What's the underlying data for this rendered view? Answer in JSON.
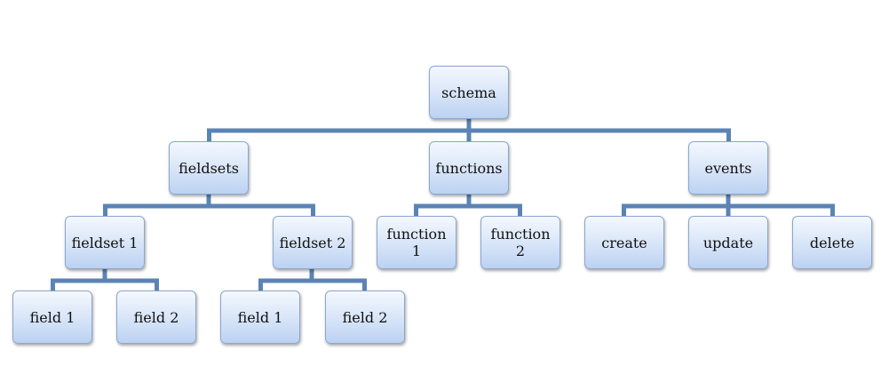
{
  "tree": {
    "root": "schema",
    "branches": {
      "fieldsets": "fieldsets",
      "functions": "functions",
      "events": "events"
    },
    "fieldsets": {
      "fieldset1": "fieldset 1",
      "fieldset2": "fieldset 2"
    },
    "fieldset1_fields": {
      "field1": "field 1",
      "field2": "field 2"
    },
    "fieldset2_fields": {
      "field1": "field 1",
      "field2": "field 2"
    },
    "functions": {
      "function1": "function 1",
      "function2": "function 2"
    },
    "events": {
      "create": "create",
      "update": "update",
      "delete": "delete"
    }
  },
  "colors": {
    "connector": "#5b84b5",
    "node_border": "#8aa7cf",
    "node_fill_top": "#f4f8fe",
    "node_fill_bottom": "#bcd2f2"
  }
}
